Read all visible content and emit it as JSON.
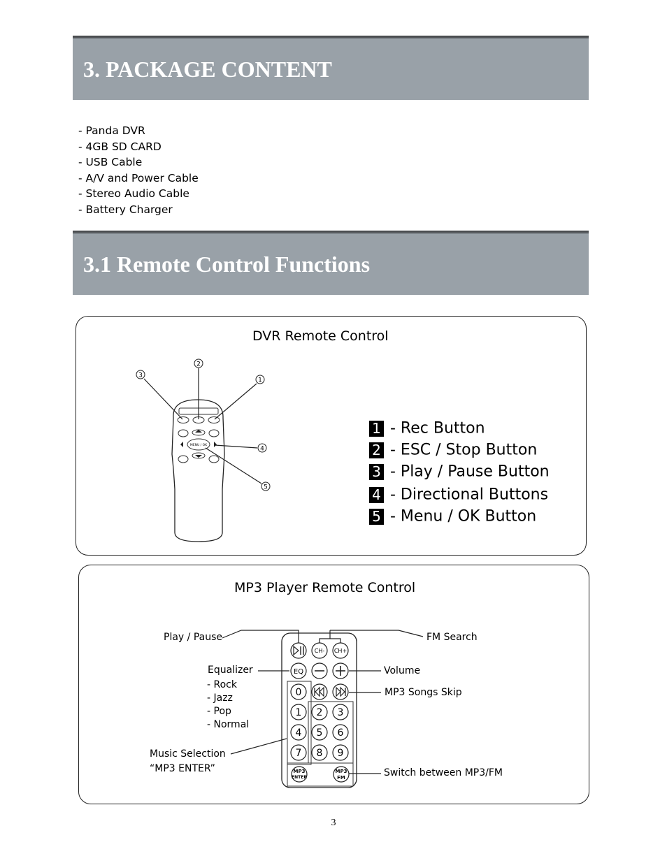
{
  "section1": {
    "title": "3. PACKAGE CONTENT"
  },
  "package_items": [
    "- Panda DVR",
    "- 4GB SD CARD",
    "- USB Cable",
    "- A/V and Power Cable",
    "- Stereo Audio Cable",
    "- Battery Charger"
  ],
  "section2": {
    "title": "3.1 Remote Control Functions"
  },
  "dvr_panel": {
    "title": "DVR Remote Control",
    "callout_numbers": [
      "1",
      "2",
      "3",
      "4",
      "5"
    ],
    "remote_button_text": "MENU / OK",
    "legend": [
      {
        "num": "1",
        "text": "- Rec Button"
      },
      {
        "num": "2",
        "text": "- ESC / Stop Button"
      },
      {
        "num": "3",
        "text": "- Play / Pause Button"
      },
      {
        "num": "4",
        "text": "- Directional Buttons"
      },
      {
        "num": "5",
        "text": "- Menu / OK Button"
      }
    ]
  },
  "mp3_panel": {
    "title": "MP3 Player Remote Control",
    "labels": {
      "play_pause": "Play / Pause",
      "fm_search": "FM Search",
      "equalizer": "Equalizer",
      "eq_modes": [
        "- Rock",
        "- Jazz",
        "- Pop",
        "- Normal"
      ],
      "volume": "Volume",
      "songs_skip": "MP3 Songs Skip",
      "music_selection": "Music Selection",
      "mp3_enter_quote": "“MP3 ENTER”",
      "switch": "Switch between MP3/FM"
    },
    "remote_keys": {
      "ch_minus": "CH-",
      "ch_plus": "CH+",
      "eq": "EQ",
      "digits": [
        "0",
        "1",
        "2",
        "3",
        "4",
        "5",
        "6",
        "7",
        "8",
        "9"
      ],
      "mp3_enter": [
        "MP3",
        "ENTER"
      ],
      "mp3_fm": [
        "MP3",
        "FM"
      ]
    }
  },
  "page_number": "3"
}
